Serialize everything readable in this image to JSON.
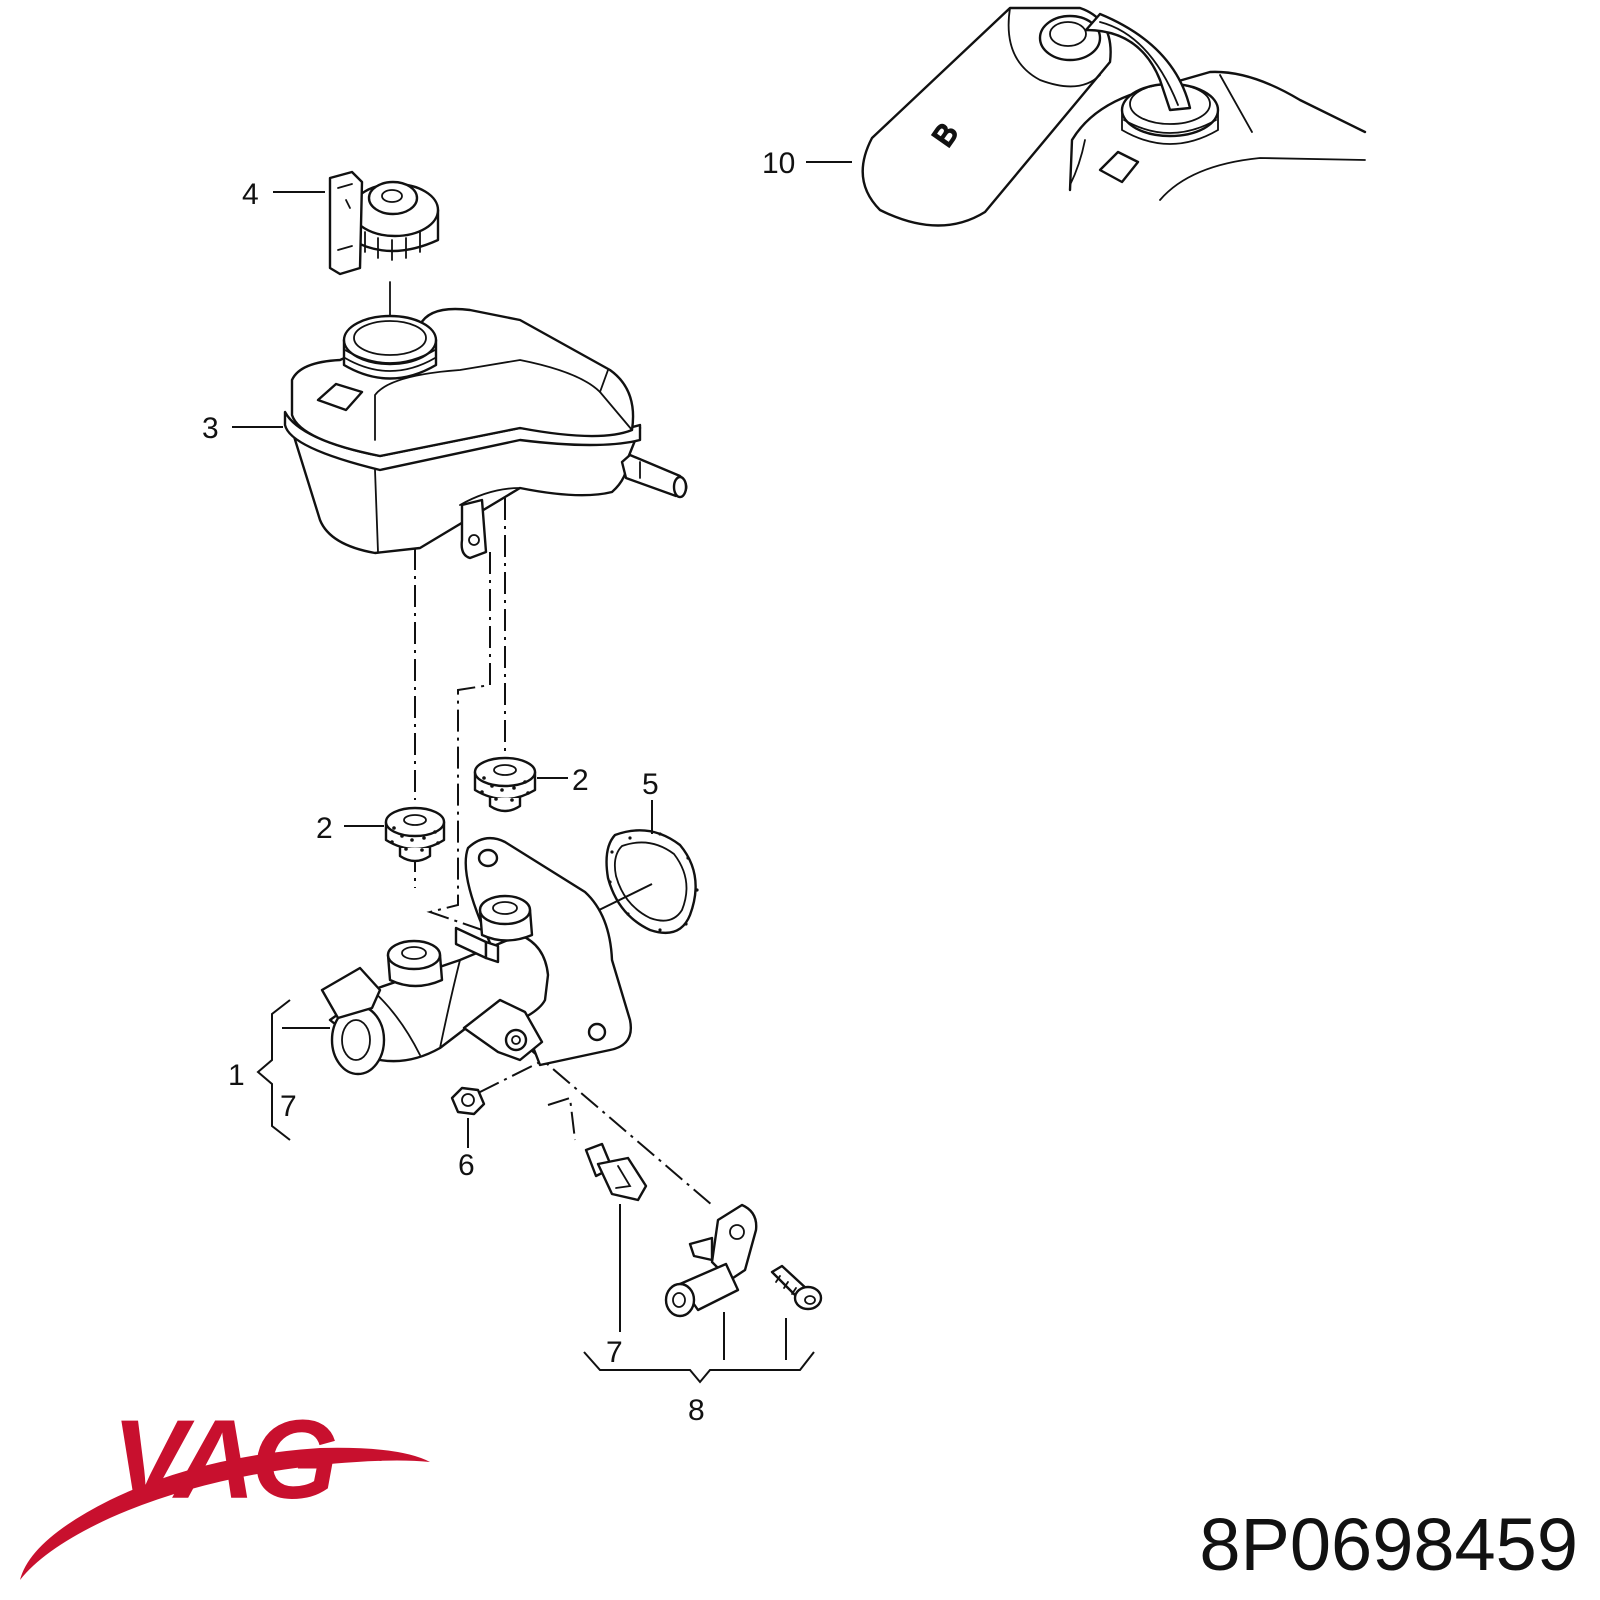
{
  "brand": {
    "logo_text": "VAG",
    "logo_color": "#c8102e"
  },
  "part_number": "8P0698459",
  "callouts": {
    "c1": "1",
    "c2a": "2",
    "c2b": "2",
    "c3": "3",
    "c4": "4",
    "c5": "5",
    "c6": "6",
    "c7a": "7",
    "c7b": "7",
    "c8": "8",
    "c10": "10"
  },
  "canister_mark": "B"
}
